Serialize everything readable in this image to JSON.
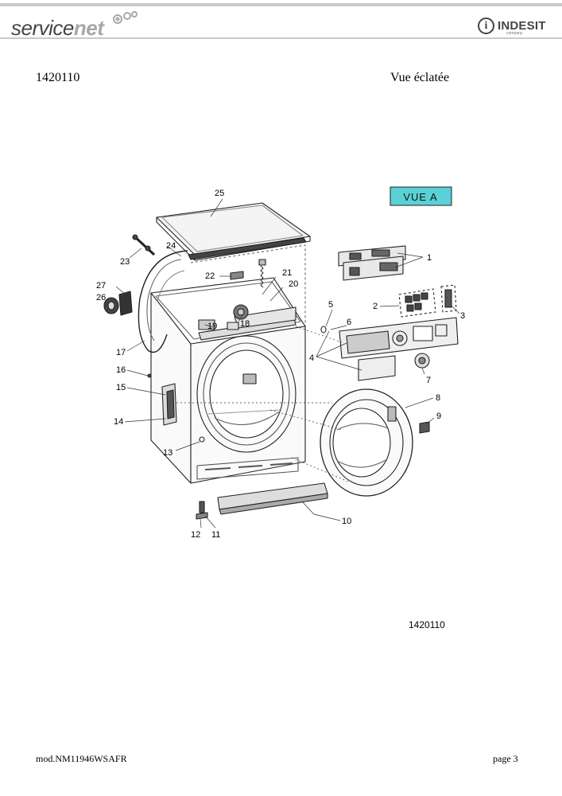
{
  "header": {
    "brand_left_a": "service",
    "brand_left_b": "net",
    "brand_right": "INDESIT",
    "brand_right_sub": "company"
  },
  "document": {
    "number": "1420110",
    "title": "Vue éclatée",
    "view_label": "VUE A",
    "diagram_code": "1420110"
  },
  "footer": {
    "model": "mod.NM11946WSAFR",
    "page": "page 3"
  },
  "parts": [
    "1",
    "2",
    "3",
    "4",
    "5",
    "6",
    "7",
    "8",
    "9",
    "10",
    "11",
    "12",
    "13",
    "14",
    "15",
    "16",
    "17",
    "18",
    "19",
    "20",
    "21",
    "22",
    "23",
    "24",
    "25",
    "26",
    "27"
  ],
  "colors": {
    "view_badge": "#5ad1d6",
    "header_rule": "#c9c9c9",
    "brand_text": "#444444"
  }
}
